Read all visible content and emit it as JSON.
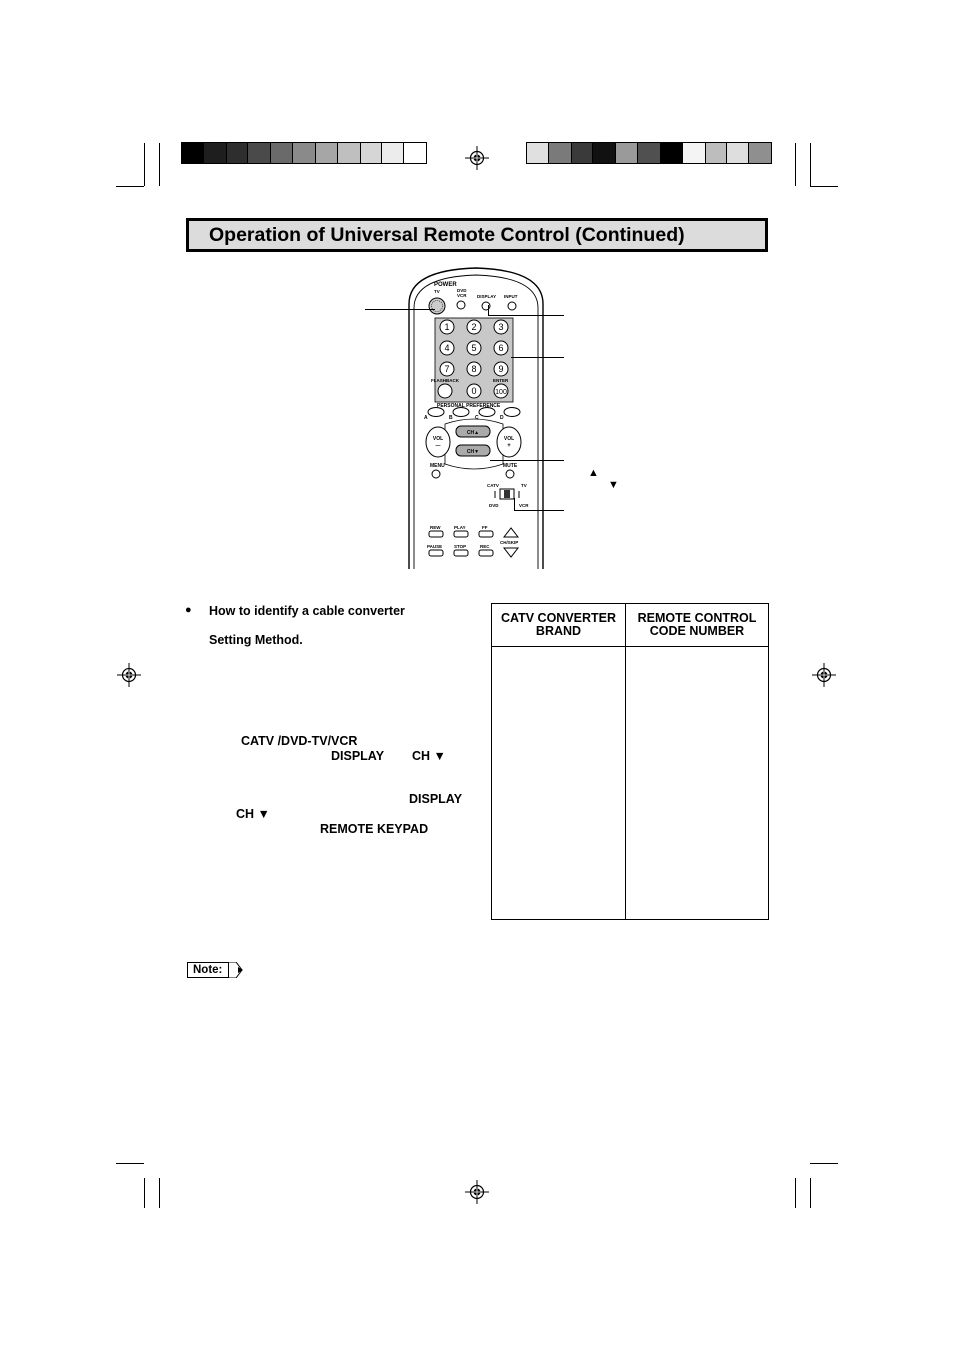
{
  "title": "Operation of Universal Remote Control (Continued)",
  "remote": {
    "power": "POWER",
    "tv": "TV",
    "dvd_vcr_1": "DVD",
    "dvd_vcr_2": "VCR",
    "display": "DISPLAY",
    "input": "INPUT",
    "keys": [
      "1",
      "2",
      "3",
      "4",
      "5",
      "6",
      "7",
      "8",
      "9",
      "0",
      "100"
    ],
    "flashback": "FLASHBACK",
    "enter": "ENTER",
    "personal_preference": "PERSONAL PREFERENCE",
    "pp_letters": [
      "A",
      "B",
      "C",
      "D"
    ],
    "vol": "VOL",
    "vol_minus": "—",
    "vol_plus": "+",
    "ch_up": "CH▲",
    "ch_down": "CH▼",
    "menu": "MENU",
    "mute": "MUTE",
    "catv": "CATV",
    "tv2": "TV",
    "dvd": "DVD",
    "vcr": "VCR",
    "rew": "REW",
    "play": "PLAY",
    "ff": "FF",
    "pause": "PAUSE",
    "stop": "STOP",
    "rec": "REC",
    "chskip": "CH/SKIP"
  },
  "callout_arrows": {
    "up": "▲",
    "down": "▼"
  },
  "body": {
    "bullet": "●",
    "heading": "How to identify a cable converter",
    "setting": "Setting Method.",
    "switch": "CATV /DVD-TV/VCR",
    "display1": "DISPLAY",
    "chdown1": "CH ▼",
    "display2": "DISPLAY",
    "chdown2": "CH ▼",
    "keypad": "REMOTE KEYPAD"
  },
  "table": {
    "col1_line1": "CATV CONVERTER",
    "col1_line2": "BRAND",
    "col2_line1": "REMOTE CONTROL",
    "col2_line2": "CODE NUMBER"
  },
  "note": "Note:"
}
